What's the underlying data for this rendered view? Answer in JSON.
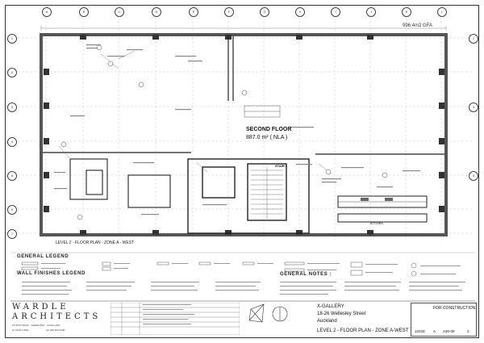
{
  "drawing": {
    "area_label": "996.4m2 GFA",
    "room_title": "SECOND FLOOR",
    "room_area": "887.0 m² ( NLA )",
    "stair_label": "STAIR 1",
    "kitchen_label": "KITCHEN",
    "plan_title": "LEVEL 2 - FLOOR PLAN - ZONE A - WEST",
    "grid_top": [
      "A",
      "B",
      "C",
      "D",
      "E",
      "F",
      "G",
      "H",
      "I",
      "J",
      "K",
      "L"
    ],
    "grid_side": [
      "1",
      "2",
      "3",
      "4",
      "5",
      "6",
      "7"
    ]
  },
  "legends": {
    "general_legend_title": "GENERAL LEGEND",
    "wall_finishes_title": "WALL FINISHES LEGEND",
    "general_notes_title": "GENERAL NOTES :"
  },
  "firm": {
    "name_top": "WARDLE",
    "name_bottom": "ARCHITECTS",
    "address": "PO BOX 90169 · GREEN BAY · AUCKLAND",
    "phone": "ph 09 817 8911",
    "fax": "fax 029 303 5248"
  },
  "project": {
    "name": "X-GALLERY",
    "address": "18-26 Wellesley Street",
    "city": "Auckland",
    "sheet_title": "LEVEL 2 - FLOOR PLAN - ZONE A-WEST"
  },
  "title_block": {
    "status": "FOR CONSTRUCTION",
    "job_no": "12033",
    "revision_col": "A",
    "sheet_no": "A30-09",
    "rev": "2"
  }
}
